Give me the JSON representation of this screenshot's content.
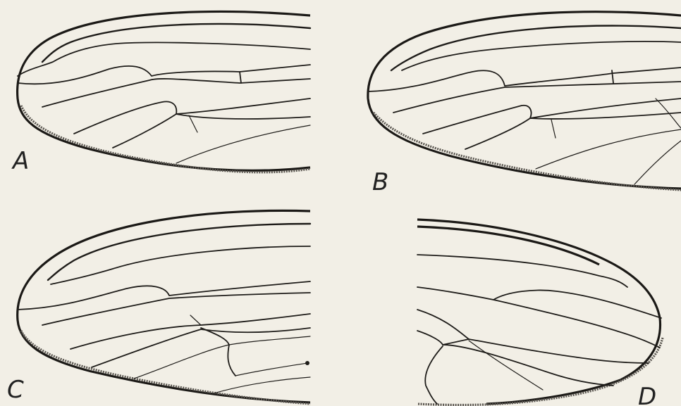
{
  "figure": {
    "background_color": "#f2efe6",
    "ink_color": "#1e1c19",
    "panels": [
      {
        "id": "A",
        "label": "A"
      },
      {
        "id": "B",
        "label": "B"
      },
      {
        "id": "C",
        "label": "C"
      },
      {
        "id": "D",
        "label": "D"
      }
    ]
  }
}
